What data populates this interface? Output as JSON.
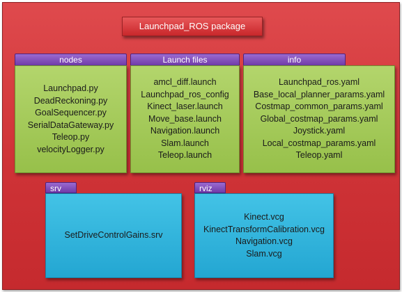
{
  "title": "Launchpad_ROS package",
  "nodes": {
    "label": "nodes",
    "items": [
      "Launchpad.py",
      "DeadReckoning.py",
      "GoalSequencer.py",
      "SerialDataGateway.py",
      "Teleop.py",
      "velocityLogger.py"
    ]
  },
  "launch": {
    "label": "Launch files",
    "items": [
      "amcl_diff.launch",
      "Launchpad_ros_config",
      "Kinect_laser.launch",
      "Move_base.launch",
      "Navigation.launch",
      "Slam.launch",
      "Teleop.launch"
    ]
  },
  "info": {
    "label": "info",
    "items": [
      "Launchpad_ros.yaml",
      "Base_local_planner_params.yaml",
      "Costmap_common_params.yaml",
      "Global_costmap_params.yaml",
      "Joystick.yaml",
      "Local_costmap_params.yaml",
      "Teleop.yaml"
    ]
  },
  "srv": {
    "label": "srv",
    "items": [
      "SetDriveControlGains.srv"
    ]
  },
  "rviz": {
    "label": "rviz",
    "items": [
      "Kinect.vcg",
      "KinectTransformCalibration.vcg",
      "Navigation.vcg",
      "Slam.vcg"
    ]
  }
}
